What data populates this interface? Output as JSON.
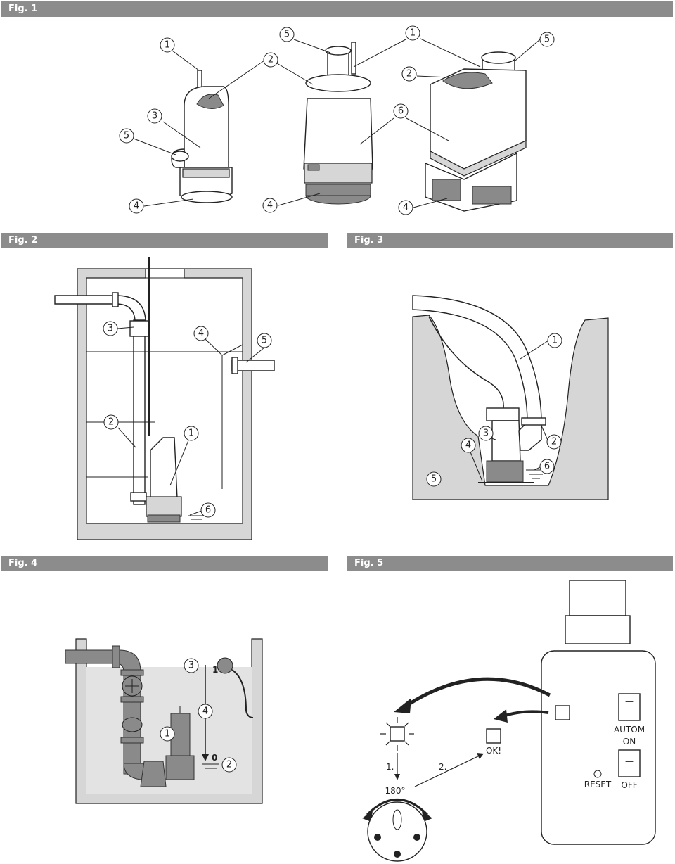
{
  "figures": {
    "fig1": {
      "title": "Fig. 1",
      "callouts": [
        "1",
        "2",
        "3",
        "5",
        "4",
        "5",
        "2",
        "4",
        "1",
        "2",
        "6",
        "5",
        "4"
      ]
    },
    "fig2": {
      "title": "Fig. 2",
      "callouts": [
        "3",
        "4",
        "5",
        "2",
        "1",
        "6"
      ]
    },
    "fig3": {
      "title": "Fig. 3",
      "callouts": [
        "1",
        "3",
        "4",
        "2",
        "6",
        "5"
      ]
    },
    "fig4": {
      "title": "Fig. 4",
      "callouts": [
        "3",
        "4",
        "1",
        "2"
      ],
      "level_high": "1",
      "level_low": "0"
    },
    "fig5": {
      "title": "Fig. 5",
      "step1": "1.",
      "step2": "2.",
      "ok": "OK!",
      "angle": "180°",
      "autom": "AUTOM",
      "on": "ON",
      "off": "OFF",
      "reset": "RESET",
      "switch_mark": "—"
    }
  },
  "colors": {
    "bar": "#8c8c8c",
    "shading": "#d6d6d6",
    "water": "#e3e3e3"
  }
}
